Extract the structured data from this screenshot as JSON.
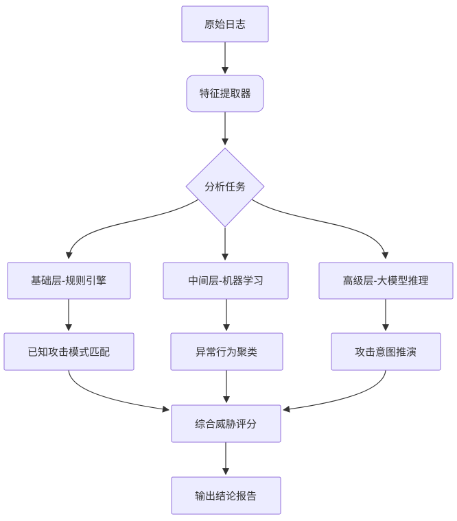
{
  "diagram": {
    "type": "flowchart",
    "direction": "top-down",
    "colors": {
      "background": "#ffffff",
      "node_fill": "#ECECFF",
      "node_border": "#9370DB",
      "edge": "#333333",
      "text": "#333333"
    },
    "nodes": [
      {
        "id": "raw_logs",
        "label": "原始日志",
        "shape": "rect"
      },
      {
        "id": "feature_extractor",
        "label": "特征提取器",
        "shape": "rounded"
      },
      {
        "id": "analysis_task",
        "label": "分析任务",
        "shape": "diamond"
      },
      {
        "id": "base_layer",
        "label": "基础层-规则引擎",
        "shape": "rect"
      },
      {
        "id": "middle_layer",
        "label": "中间层-机器学习",
        "shape": "rect"
      },
      {
        "id": "advanced_layer",
        "label": "高级层-大模型推理",
        "shape": "rect"
      },
      {
        "id": "known_attack",
        "label": "已知攻击模式匹配",
        "shape": "rect"
      },
      {
        "id": "anomaly_cluster",
        "label": "异常行为聚类",
        "shape": "rect"
      },
      {
        "id": "attack_intent",
        "label": "攻击意图推演",
        "shape": "rect"
      },
      {
        "id": "threat_score",
        "label": "综合威胁评分",
        "shape": "rect"
      },
      {
        "id": "report",
        "label": "输出结论报告",
        "shape": "rect"
      }
    ],
    "edges": [
      {
        "from": "raw_logs",
        "to": "feature_extractor"
      },
      {
        "from": "feature_extractor",
        "to": "analysis_task"
      },
      {
        "from": "analysis_task",
        "to": "base_layer"
      },
      {
        "from": "analysis_task",
        "to": "middle_layer"
      },
      {
        "from": "analysis_task",
        "to": "advanced_layer"
      },
      {
        "from": "base_layer",
        "to": "known_attack"
      },
      {
        "from": "middle_layer",
        "to": "anomaly_cluster"
      },
      {
        "from": "advanced_layer",
        "to": "attack_intent"
      },
      {
        "from": "known_attack",
        "to": "threat_score"
      },
      {
        "from": "anomaly_cluster",
        "to": "threat_score"
      },
      {
        "from": "attack_intent",
        "to": "threat_score"
      },
      {
        "from": "threat_score",
        "to": "report"
      }
    ]
  }
}
